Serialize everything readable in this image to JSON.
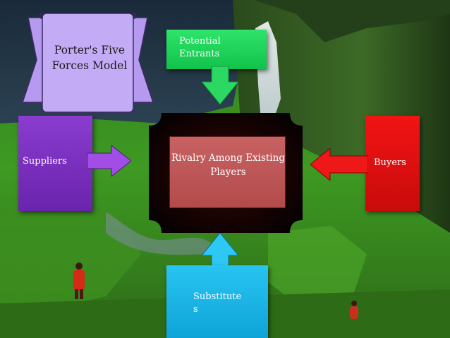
{
  "title": "Porter's Five Forces Model",
  "center": "Rivalry Among Existing Players",
  "forces": {
    "entrants": "Potential Entrants",
    "suppliers": "Suppliers",
    "buyers": "Buyers",
    "substitutes": "Substitutes"
  },
  "colors": {
    "entrants": "#1ecf58",
    "suppliers": "#7a2fc0",
    "buyers": "#e11010",
    "substitutes": "#19b3e6",
    "title_scroll": "#b69af0",
    "center": "#c15555",
    "center_frame": "#1a0000"
  },
  "icons": {
    "title": "scroll-banner",
    "arrows": "block-arrow"
  }
}
